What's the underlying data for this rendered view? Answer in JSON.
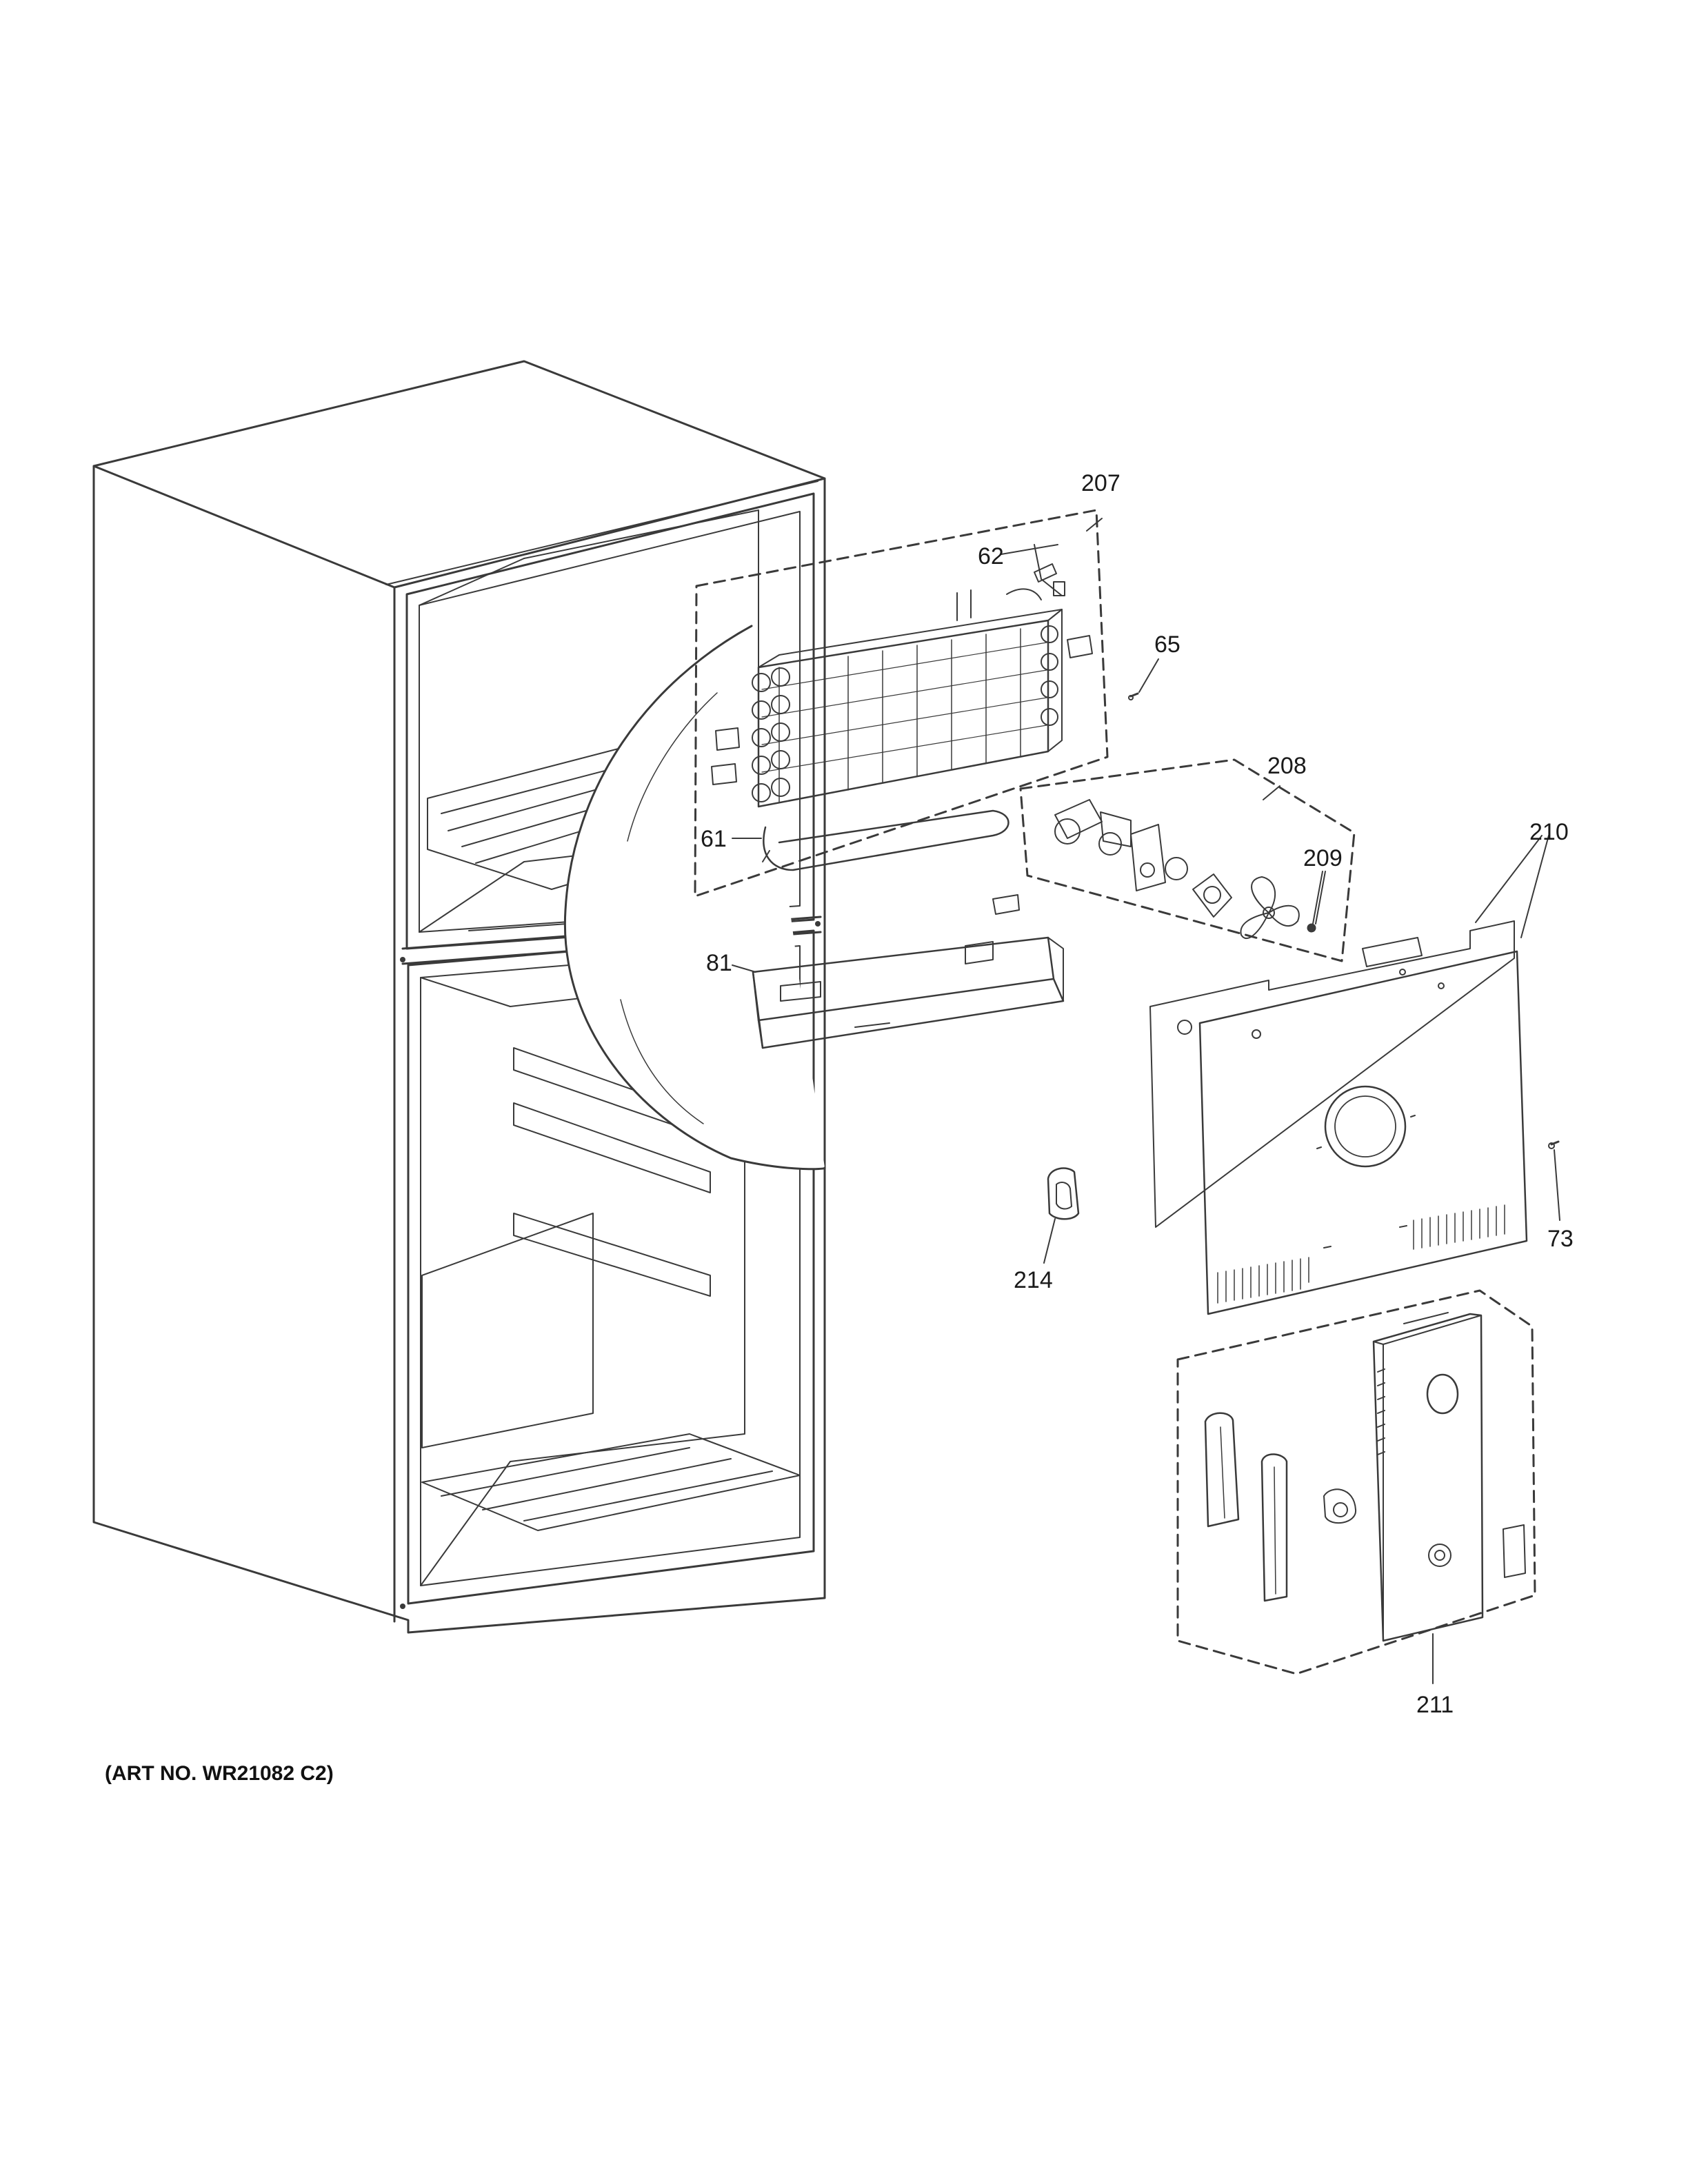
{
  "diagram": {
    "callouts": {
      "c207": "207",
      "c62": "62",
      "c65": "65",
      "c208": "208",
      "c61": "61",
      "c209": "209",
      "c210": "210",
      "c81": "81",
      "c73": "73",
      "c214": "214",
      "c211": "211"
    },
    "footer": {
      "art_no": "(ART NO. WR21082 C2)"
    }
  },
  "colors": {
    "line": "#3a3a3a",
    "background": "#ffffff"
  }
}
